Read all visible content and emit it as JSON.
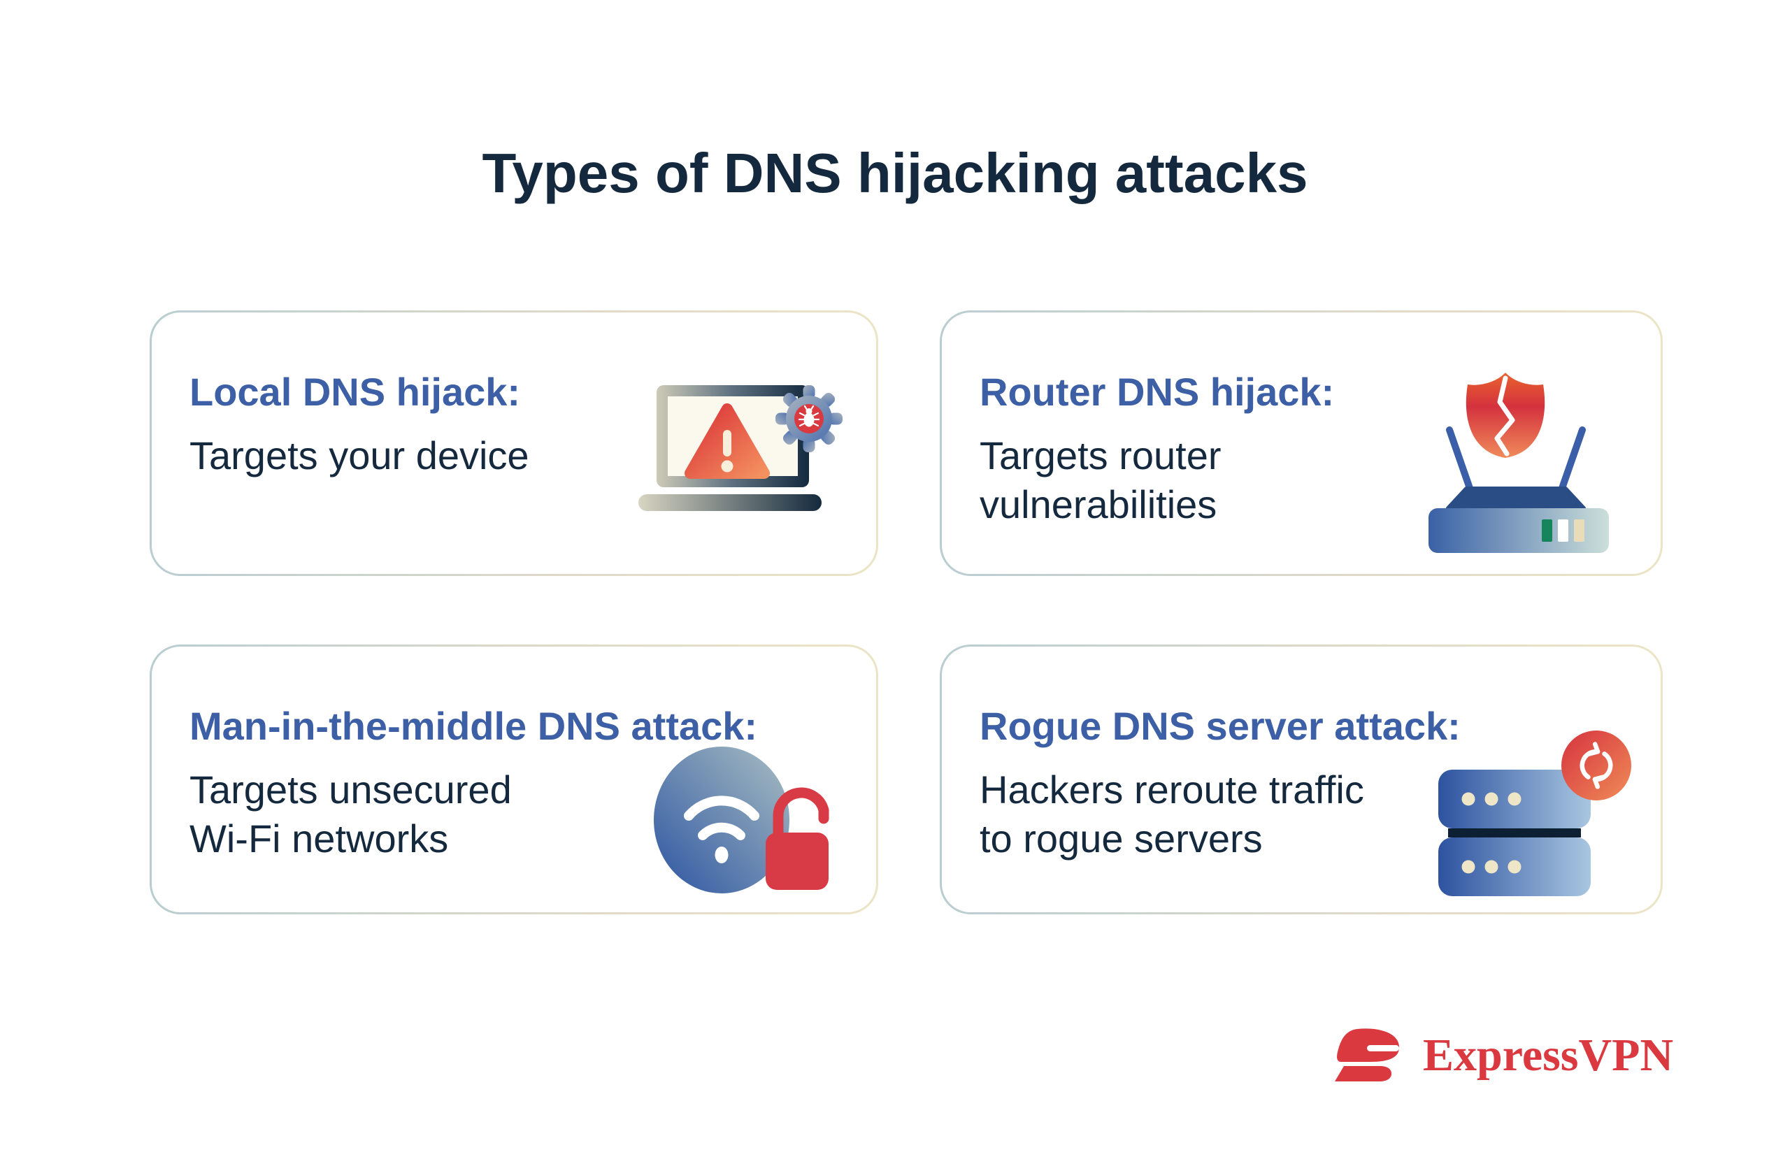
{
  "title": "Types of DNS hijacking attacks",
  "cards": [
    {
      "heading": "Local DNS hijack:",
      "body": "Targets your device",
      "icon": "laptop-warning-icon"
    },
    {
      "heading": "Router DNS hijack:",
      "body": "Targets router\nvulnerabilities",
      "icon": "router-shield-icon"
    },
    {
      "heading": "Man-in-the-middle DNS attack:",
      "body": "Targets unsecured\nWi-Fi networks",
      "icon": "wifi-unlocked-icon"
    },
    {
      "heading": "Rogue DNS server attack:",
      "body": "Hackers reroute traffic\nto rogue servers",
      "icon": "server-sync-icon"
    }
  ],
  "footer": {
    "brand": "ExpressVPN"
  },
  "colors": {
    "background": "#ffffff",
    "title_navy": "#14293e",
    "heading_blue": "#3d5fa5",
    "body_navy": "#14293e",
    "card_border_left": "#b9cdd1",
    "card_border_right": "#ece4c6",
    "alert_red": "#d93a40",
    "alert_orange": "#f08a57",
    "icon_blue": "#3a5fa8",
    "icon_teal": "#c8ded9",
    "cream": "#efe5c7",
    "brand_red": "#da3940"
  }
}
